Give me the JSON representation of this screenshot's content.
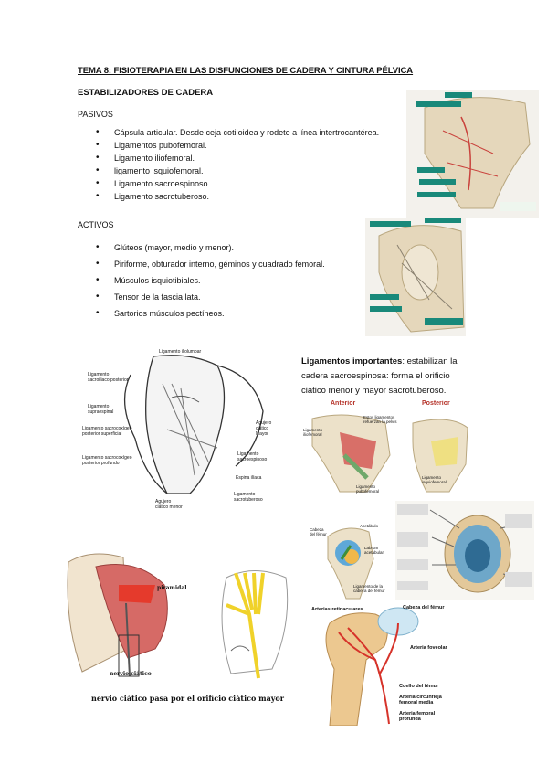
{
  "title": "TEMA 8: FISIOTERAPIA EN LAS DISFUNCIONES DE CADERA Y CINTURA PÉLVICA",
  "section": "ESTABILIZADORES DE CADERA",
  "pasivos": {
    "heading": "PASIVOS",
    "items": [
      "Cápsula articular. Desde ceja cotiloidea y rodete a línea intertrocantérea.",
      "Ligamentos pubofemoral.",
      "Ligamento iliofemoral.",
      "ligamento isquiofemoral.",
      "Ligamento sacroespinoso.",
      "Ligamento sacrotuberoso."
    ]
  },
  "activos": {
    "heading": "ACTIVOS",
    "items": [
      "Glúteos (mayor, medio y menor).",
      "Piriforme, obturador interno, géminos y cuadrado femoral.",
      "Músculos isquiotibiales.",
      "Tensor de la fascia lata.",
      "Sartorios músculos pectíneos."
    ]
  },
  "note": {
    "bold": "Ligamentos importantes",
    "text": ": estabilizan la cadera sacroespinosa: forma el orificio ciático menor y mayor sacrotuberoso."
  },
  "fig_ligaments": {
    "lig_iliolumbar": "Ligamento iliolumbar",
    "lig_sacroiliaco_post": "Ligamento sacroiliaco posterior",
    "lig_supraespinal": "Ligamento supraespinal",
    "lig_sacrocoxigeo_sup": "Ligamento sacrocoxígeo posterior superficial",
    "lig_sacrocoxigeo_prof": "Ligamento sacrocoxígeo posterior profundo",
    "agujero_mayor": "Agujero ciático Mayor",
    "lig_sacroespinoso": "Ligamento sacroespinoso",
    "espina_iliaca": "Espina ilíaca",
    "lig_sacrotuberoso": "Ligamento sacrotuberoso",
    "agujero_menor": "Agujero ciático menor"
  },
  "fig_ant_post": {
    "anterior": "Anterior",
    "posterior": "Posterior",
    "lig_iliofemoral": "Ligamento iliofemoral",
    "lig_pubofemoral": "Ligamento pubofemoral",
    "lig_isquiofemoral": "Ligamento isquiofemoral",
    "estos": "Estos ligamentos refuerzan la pelvis"
  },
  "fig_femur": {
    "cabeza": "Cabeza del fémur",
    "acetabulo": "Acetábulo",
    "labrum": "Labrum acetabular",
    "lig_cabeza": "Ligamento de la cabeza del fémur"
  },
  "fig_arteries": {
    "retinaculares": "Arterias retinaculares",
    "cabeza": "Cabeza del fémur",
    "foveolar": "Arteria foveolar",
    "cuello": "Cuello del fémur",
    "circunfleja": "Arteria circunfleja femoral media",
    "profunda": "Arteria femoral profunda"
  },
  "fig_piriformis": {
    "piramidal": "piramidal",
    "nervio": "nervio ciático"
  },
  "caption": "nervio ciático pasa por el orificio ciático mayor",
  "colors": {
    "bone": "#e9dcc2",
    "muscle": "#c94a4a",
    "ligament": "#cfcfcf",
    "yellow": "#f0d22a",
    "teal_label": "#19897a",
    "artery": "#d6332a"
  }
}
